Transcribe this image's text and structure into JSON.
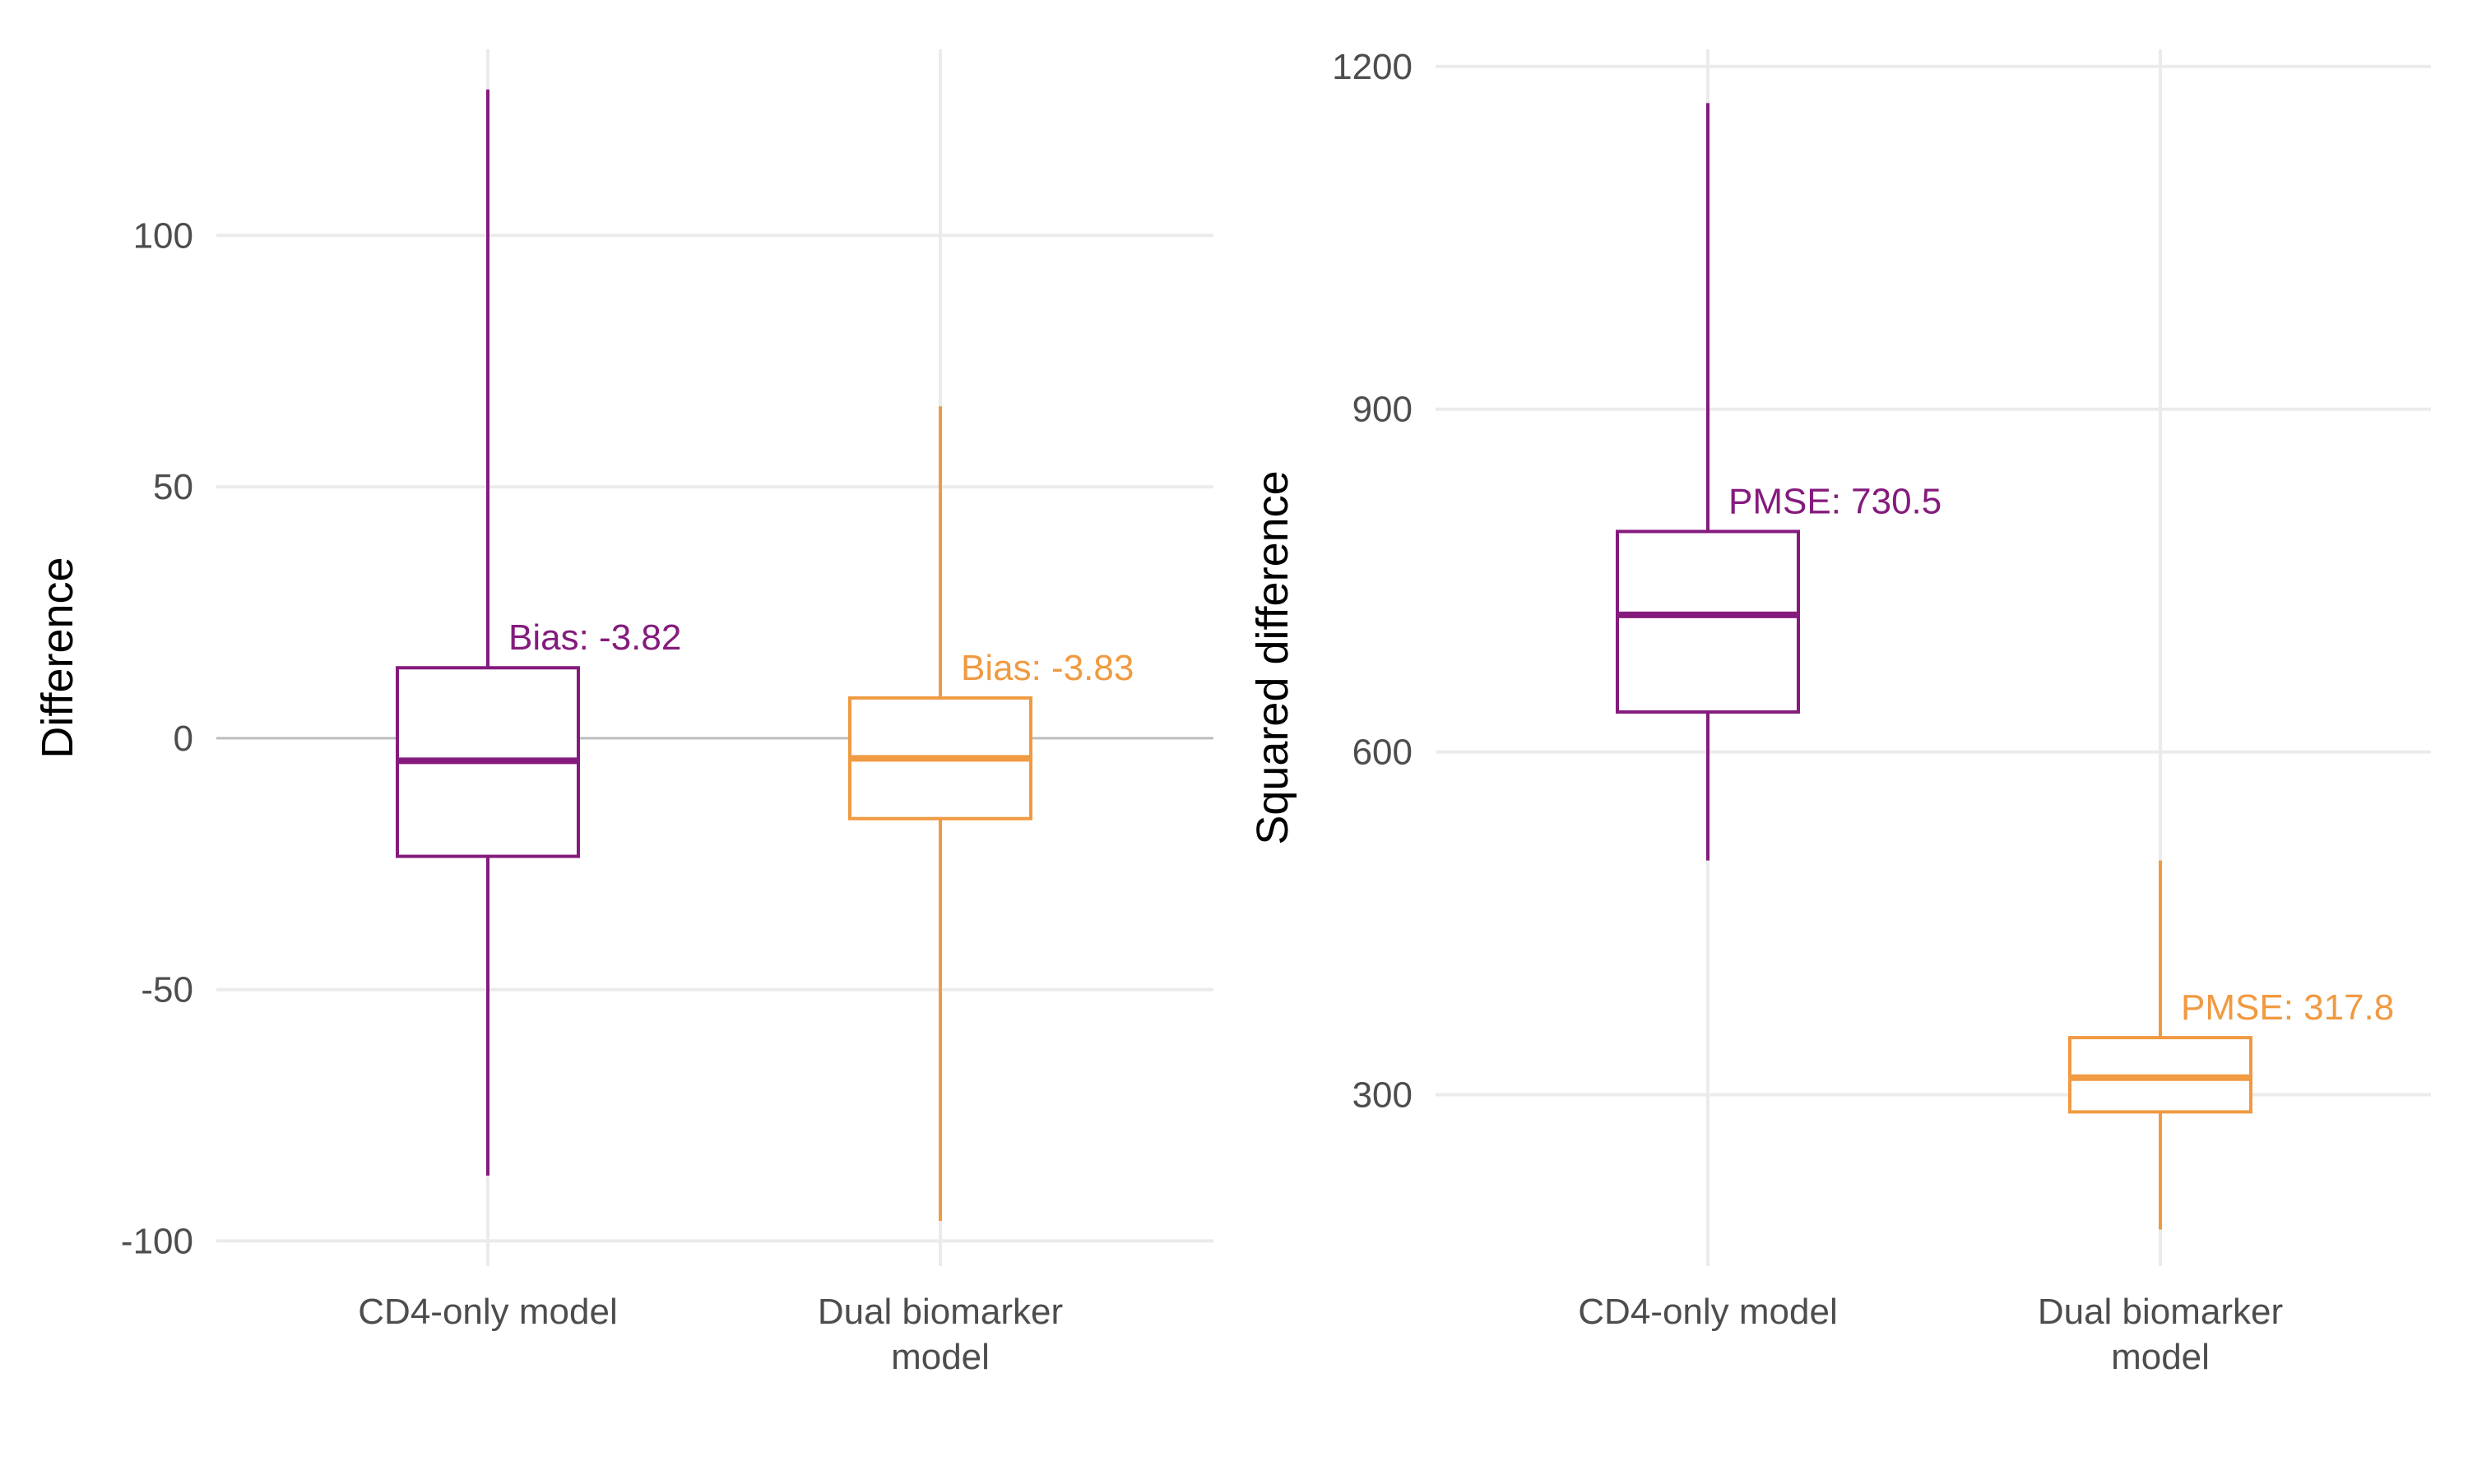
{
  "chart_data": [
    {
      "type": "boxplot",
      "ylabel": "Difference",
      "xlabel": "",
      "ylim": [
        -105,
        137
      ],
      "yticks": [
        -100,
        -50,
        0,
        50,
        100
      ],
      "reference_line": 0,
      "grid": true,
      "categories": [
        "CD4-only model",
        "Dual biomarker\nmodel"
      ],
      "boxes": [
        {
          "category": "CD4-only model",
          "color": "#841B7D",
          "min": -87,
          "q1": -23.5,
          "median": -4.5,
          "q3": 14,
          "max": 129,
          "annotation": "Bias: -3.82"
        },
        {
          "category": "Dual biomarker model",
          "color": "#F09A42",
          "min": -96,
          "q1": -16,
          "median": -4,
          "q3": 8,
          "max": 66,
          "annotation": "Bias: -3.83"
        }
      ]
    },
    {
      "type": "boxplot",
      "ylabel": "Squared difference",
      "xlabel": "",
      "ylim": [
        150,
        1215
      ],
      "yticks": [
        300,
        600,
        900,
        1200
      ],
      "grid": true,
      "categories": [
        "CD4-only model",
        "Dual biomarker\nmodel"
      ],
      "boxes": [
        {
          "category": "CD4-only model",
          "color": "#841B7D",
          "min": 505,
          "q1": 635,
          "median": 720,
          "q3": 793,
          "max": 1168,
          "annotation": "PMSE: 730.5"
        },
        {
          "category": "Dual biomarker model",
          "color": "#F09A42",
          "min": 182,
          "q1": 285,
          "median": 315,
          "q3": 350,
          "max": 505,
          "annotation": "PMSE: 317.8"
        }
      ]
    }
  ]
}
